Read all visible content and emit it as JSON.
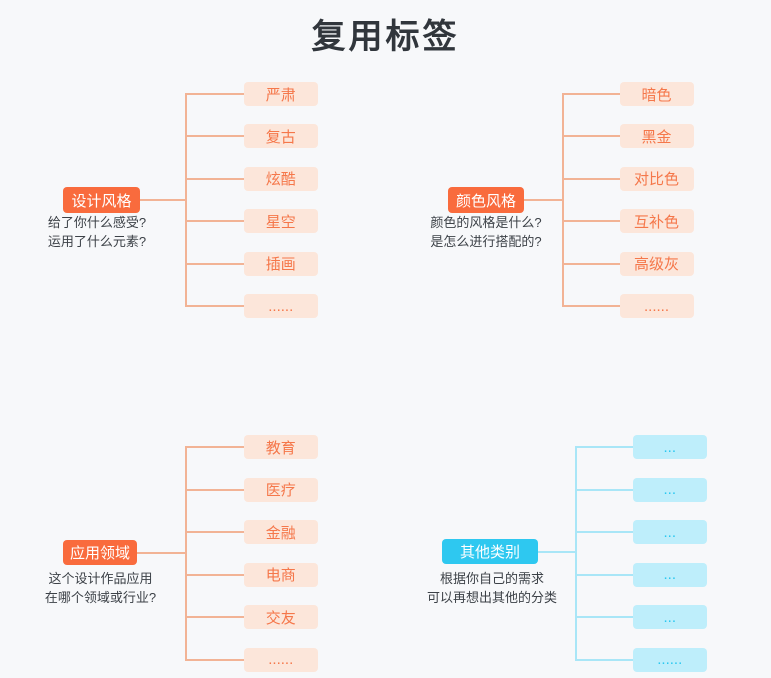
{
  "title": "复用标签",
  "colors": {
    "background": "#f7f8fa",
    "title_text": "#31363c",
    "description_text": "#3c4147",
    "orange": {
      "primary": "#f96b3d",
      "light_bg": "#fce6da",
      "text": "#f5774a",
      "line": "#f2b395"
    },
    "cyan": {
      "primary": "#2ec8f0",
      "light_bg": "#beeefb",
      "text": "#2bc8f0",
      "line": "#a9e6f7"
    }
  },
  "branches": [
    {
      "id": "design-style",
      "theme": "orange",
      "label": "设计风格",
      "description": [
        "给了你什么感受?",
        "运用了什么元素?"
      ],
      "children": [
        "严肃",
        "复古",
        "炫酷",
        "星空",
        "插画",
        "......"
      ]
    },
    {
      "id": "color-style",
      "theme": "orange",
      "label": "颜色风格",
      "description": [
        "颜色的风格是什么?",
        "是怎么进行搭配的?"
      ],
      "children": [
        "暗色",
        "黑金",
        "对比色",
        "互补色",
        "高级灰",
        "......"
      ]
    },
    {
      "id": "application-field",
      "theme": "orange",
      "label": "应用领域",
      "description": [
        "这个设计作品应用",
        "在哪个领域或行业?"
      ],
      "children": [
        "教育",
        "医疗",
        "金融",
        "电商",
        "交友",
        "......"
      ]
    },
    {
      "id": "other-category",
      "theme": "cyan",
      "label": "其他类别",
      "description": [
        "根据你自己的需求",
        "可以再想出其他的分类"
      ],
      "children": [
        "...",
        "...",
        "...",
        "...",
        "...",
        "......"
      ]
    }
  ]
}
